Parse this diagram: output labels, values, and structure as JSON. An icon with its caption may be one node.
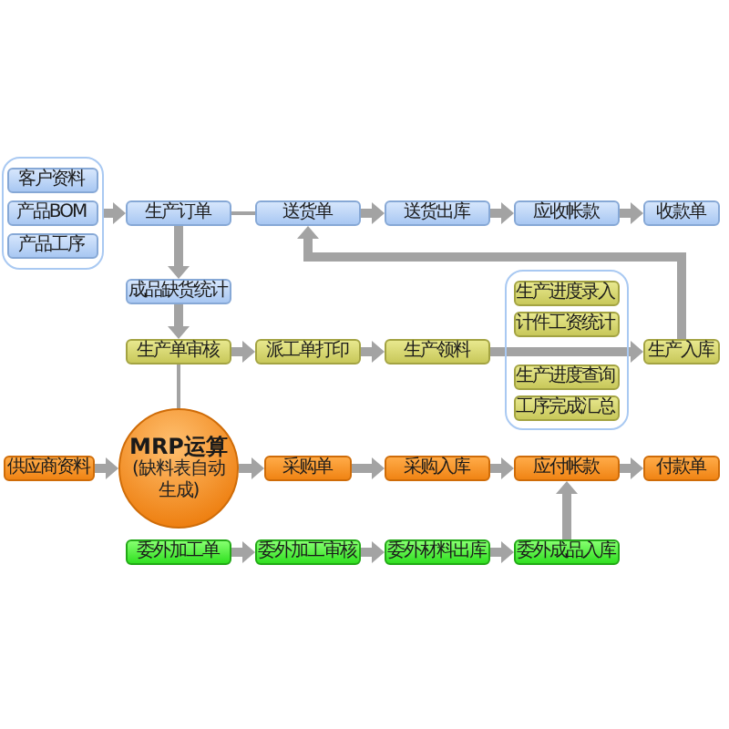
{
  "diagram": {
    "nodes": [
      {
        "text": [],
        "shape": "box"
      },
      {
        "text": [
          "客户资料"
        ],
        "in": 0
      },
      {
        "text": [
          "产品BOM"
        ],
        "in": 0
      },
      {
        "text": [
          "产品工序"
        ],
        "in": 0
      },
      {
        "text": [
          "生产订单"
        ]
      },
      {
        "text": [
          "送货单"
        ]
      },
      {
        "text": [
          "送货出库"
        ]
      },
      {
        "text": [
          "应收帐款"
        ]
      },
      {
        "text": [
          "收款单"
        ]
      },
      {
        "text": [
          "成品缺货统计"
        ]
      },
      {
        "text": [
          "生产单审核"
        ]
      },
      {
        "text": [
          "派工单打印"
        ]
      },
      {
        "text": [
          "生产领料"
        ]
      },
      {
        "text": [],
        "shape": "box"
      },
      {
        "text": [
          "生产进度录入"
        ],
        "in": 13
      },
      {
        "text": [
          "计件工资统计"
        ],
        "in": 13
      },
      {
        "text": [
          "生产进度查询"
        ],
        "in": 13
      },
      {
        "text": [
          "工序完成汇总"
        ],
        "in": 13
      },
      {
        "text": [
          "生产入库"
        ]
      },
      {
        "text": [
          "供应商资料"
        ]
      },
      {
        "text": [
          "MRP运算",
          "(缺料表自动生成)"
        ]
      },
      {
        "text": [
          "采购单"
        ]
      },
      {
        "text": [
          "采购入库"
        ]
      },
      {
        "text": [
          "应付帐款"
        ]
      },
      {
        "text": [
          "付款单"
        ]
      },
      {
        "text": [
          "委外加工单"
        ]
      },
      {
        "text": [
          "委外加工审核"
        ]
      },
      {
        "text": [
          "委外材料出库"
        ]
      },
      {
        "text": [
          "委外成品入库"
        ]
      }
    ],
    "edges": [
      {
        "from": 0,
        "to": 4,
        "arrow": "to"
      },
      {
        "from": 4,
        "to": 5,
        "arrow": "none"
      },
      {
        "from": 5,
        "to": 6,
        "arrow": "to"
      },
      {
        "from": 6,
        "to": 7,
        "arrow": "to"
      },
      {
        "from": 7,
        "to": 8,
        "arrow": "to"
      },
      {
        "from": 4,
        "to": 9,
        "arrow": "to"
      },
      {
        "from": 9,
        "to": 10,
        "arrow": "to"
      },
      {
        "from": 10,
        "to": 11,
        "arrow": "to"
      },
      {
        "from": 11,
        "to": 12,
        "arrow": "to"
      },
      {
        "from": 12,
        "to": 18,
        "arrow": "to"
      },
      {
        "from": 18,
        "to": 5,
        "arrow": "to"
      },
      {
        "from": 10,
        "to": 20,
        "arrow": "none"
      },
      {
        "from": 19,
        "to": 20,
        "arrow": "to"
      },
      {
        "from": 20,
        "to": 21,
        "arrow": "to"
      },
      {
        "from": 21,
        "to": 22,
        "arrow": "to"
      },
      {
        "from": 22,
        "to": 23,
        "arrow": "to"
      },
      {
        "from": 23,
        "to": 24,
        "arrow": "to"
      },
      {
        "from": 25,
        "to": 26,
        "arrow": "to"
      },
      {
        "from": 26,
        "to": 27,
        "arrow": "to"
      },
      {
        "from": 27,
        "to": 28,
        "arrow": "to"
      },
      {
        "from": 28,
        "to": 23,
        "arrow": "to"
      }
    ]
  }
}
